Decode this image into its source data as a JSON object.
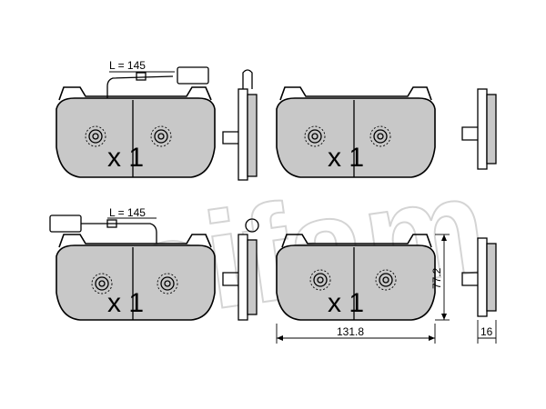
{
  "watermark": {
    "text": "cifam"
  },
  "row_top": {
    "wire_label": "L = 145",
    "pad_left_qty": "x 1",
    "pad_right_qty": "x 1"
  },
  "row_bottom": {
    "wire_label": "L = 145",
    "pad_left_qty": "x 1",
    "pad_right_qty": "x 1"
  },
  "dimensions": {
    "width": "131.8",
    "height": "77.2",
    "thickness": "16"
  },
  "colors": {
    "friction_material": "#c8c8c8",
    "outline": "#000000",
    "watermark": "#d4d4d4"
  }
}
